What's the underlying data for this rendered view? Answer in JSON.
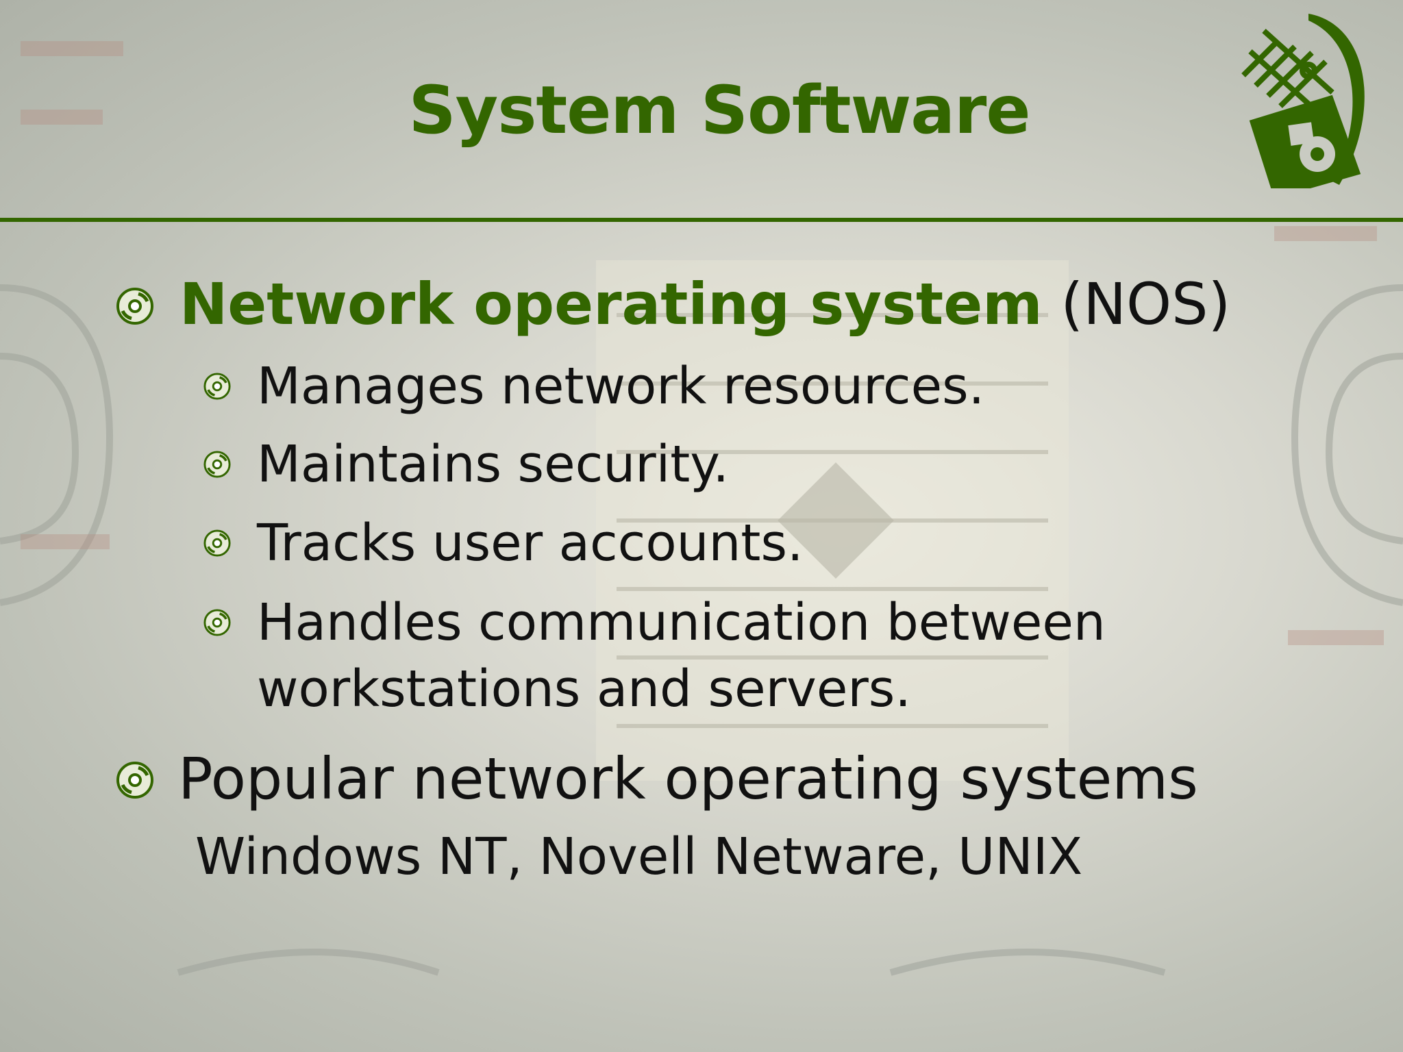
{
  "slide": {
    "title": "System Software",
    "bullets": {
      "nos": {
        "emphasis": "Network operating system",
        "suffix": " (NOS)"
      },
      "sub": [
        "Manages network resources.",
        "Maintains security.",
        "Tracks user accounts.",
        "Handles communication between",
        "workstations and servers."
      ],
      "popular": "Popular network operating systems",
      "examples": "Windows NT, Novell Netware, UNIX"
    }
  },
  "icons": {
    "bullet": "cd-disc-icon",
    "logo": "circuit-floppy-logo"
  },
  "colors": {
    "accent": "#336600",
    "text": "#111111"
  }
}
